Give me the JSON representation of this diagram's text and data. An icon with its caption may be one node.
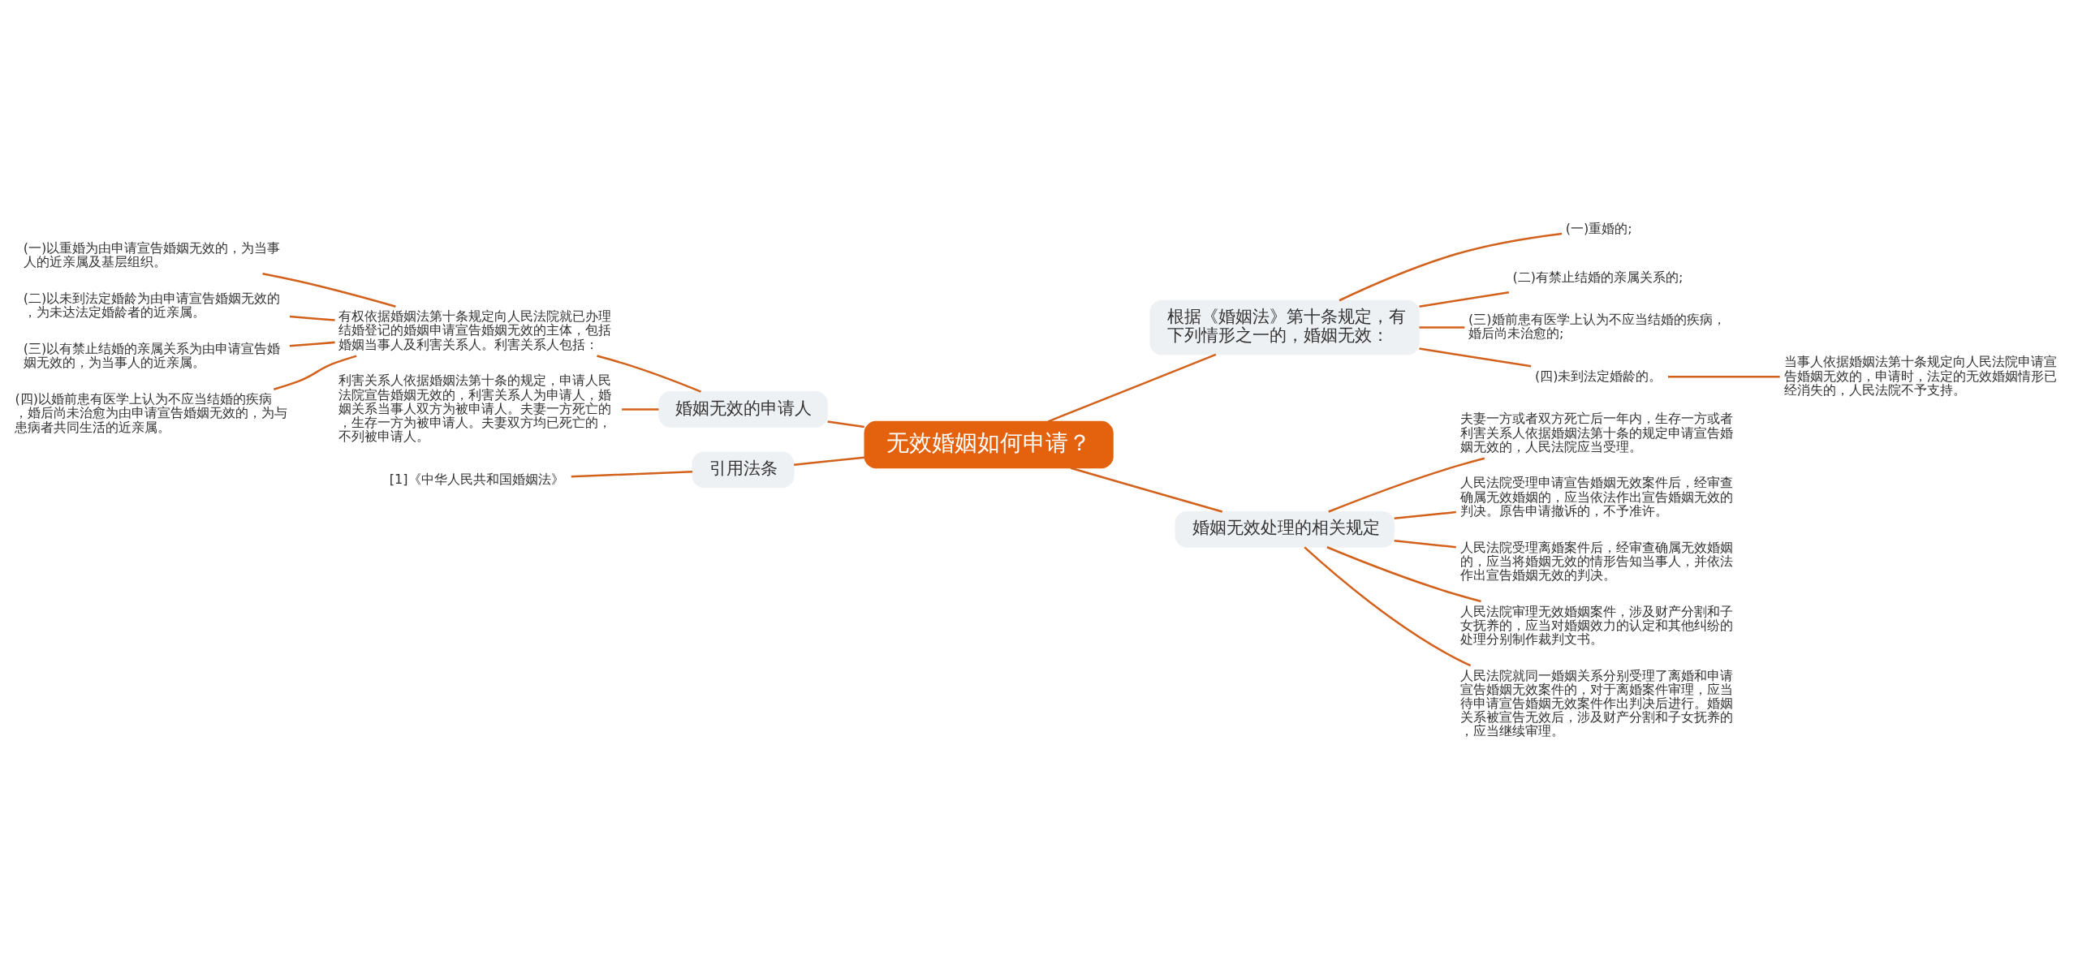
{
  "diagram": {
    "nodes": [
      {
        "text": [
          "无效婚姻如何申请？"
        ]
      },
      {
        "text": [
          "根据《婚姻法》第十条规定，有下列情形之一的，婚姻无效："
        ]
      },
      {
        "text": [
          "(一)重婚的;"
        ]
      },
      {
        "text": [
          "(二)有禁止结婚的亲属关系的;"
        ]
      },
      {
        "text": [
          "(三)婚前患有医学上认为不应当结婚的疾病，婚后尚未治愈的;"
        ]
      },
      {
        "text": [
          "(四)未到法定婚龄的。"
        ]
      },
      {
        "text": [
          "当事人依据婚姻法第十条规定向人民法院申请宣告婚姻无效的，申请时，法定的无效婚姻情形已经消失的，人民法院不予支持。"
        ]
      },
      {
        "text": [
          "婚姻无效处理的相关规定"
        ]
      },
      {
        "text": [
          "夫妻一方或者双方死亡后一年内，生存一方或者利害关系人依据婚姻法第十条的规定申请宣告婚姻无效的，人民法院应当受理。"
        ]
      },
      {
        "text": [
          "人民法院受理申请宣告婚姻无效案件后，经审查确属无效婚姻的，应当依法作出宣告婚姻无效的判决。原告申请撤诉的，不予准许。"
        ]
      },
      {
        "text": [
          "人民法院受理离婚案件后，经审查确属无效婚姻的，应当将婚姻无效的情形告知当事人，并依法作出宣告婚姻无效的判决。"
        ]
      },
      {
        "text": [
          "人民法院审理无效婚姻案件，涉及财产分割和子女抚养的，应当对婚姻效力的认定和其他纠纷的处理分别制作裁判文书。"
        ]
      },
      {
        "text": [
          "人民法院就同一婚姻关系分别受理了离婚和申请宣告婚姻无效案件的，对于离婚案件审理，应当待申请宣告婚姻无效案件作出判决后进行。婚姻关系被宣告无效后，涉及财产分割和子女抚养的，应当继续审理。"
        ]
      },
      {
        "text": [
          "婚姻无效的申请人"
        ]
      },
      {
        "text": [
          "有权依据婚姻法第十条规定向人民法院就已办理结婚登记的婚姻申请宣告婚姻无效的主体，包括婚姻当事人及利害关系人。利害关系人包括："
        ]
      },
      {
        "text": [
          "(一)以重婚为由申请宣告婚姻无效的，为当事人的近亲属及基层组织。"
        ]
      },
      {
        "text": [
          "(二)以未到法定婚龄为由申请宣告婚姻无效的，为未达法定婚龄者的近亲属。"
        ]
      },
      {
        "text": [
          "(三)以有禁止结婚的亲属关系为由申请宣告婚姻无效的，为当事人的近亲属。"
        ]
      },
      {
        "text": [
          "(四)以婚前患有医学上认为不应当结婚的疾病，婚后尚未治愈为由申请宣告婚姻无效的，为与患病者共同生活的近亲属。"
        ]
      },
      {
        "text": [
          "利害关系人依据婚姻法第十条的规定，申请人民法院宣告婚姻无效的，利害关系人为申请人，婚姻关系当事人双方为被申请人。夫妻一方死亡的，生存一方为被申请人。夫妻双方均已死亡的，不列被申请人。"
        ]
      },
      {
        "text": [
          "引用法条"
        ]
      },
      {
        "text": [
          "[1]《中华人民共和国婚姻法》"
        ]
      }
    ],
    "edges": [
      {
        "from": 0,
        "to": 1,
        "arrow": "none"
      },
      {
        "from": 1,
        "to": 2,
        "arrow": "none"
      },
      {
        "from": 1,
        "to": 3,
        "arrow": "none"
      },
      {
        "from": 1,
        "to": 4,
        "arrow": "none"
      },
      {
        "from": 1,
        "to": 5,
        "arrow": "none"
      },
      {
        "from": 5,
        "to": 6,
        "arrow": "none"
      },
      {
        "from": 0,
        "to": 7,
        "arrow": "none"
      },
      {
        "from": 7,
        "to": 8,
        "arrow": "none"
      },
      {
        "from": 7,
        "to": 9,
        "arrow": "none"
      },
      {
        "from": 7,
        "to": 10,
        "arrow": "none"
      },
      {
        "from": 7,
        "to": 11,
        "arrow": "none"
      },
      {
        "from": 7,
        "to": 12,
        "arrow": "none"
      },
      {
        "from": 13,
        "to": 0,
        "arrow": "none"
      },
      {
        "from": 14,
        "to": 13,
        "arrow": "none"
      },
      {
        "from": 15,
        "to": 14,
        "arrow": "none"
      },
      {
        "from": 16,
        "to": 14,
        "arrow": "none"
      },
      {
        "from": 17,
        "to": 14,
        "arrow": "none"
      },
      {
        "from": 18,
        "to": 14,
        "arrow": "none"
      },
      {
        "from": 19,
        "to": 13,
        "arrow": "none"
      },
      {
        "from": 20,
        "to": 0,
        "arrow": "none"
      },
      {
        "from": 21,
        "to": 20,
        "arrow": "none"
      }
    ]
  }
}
